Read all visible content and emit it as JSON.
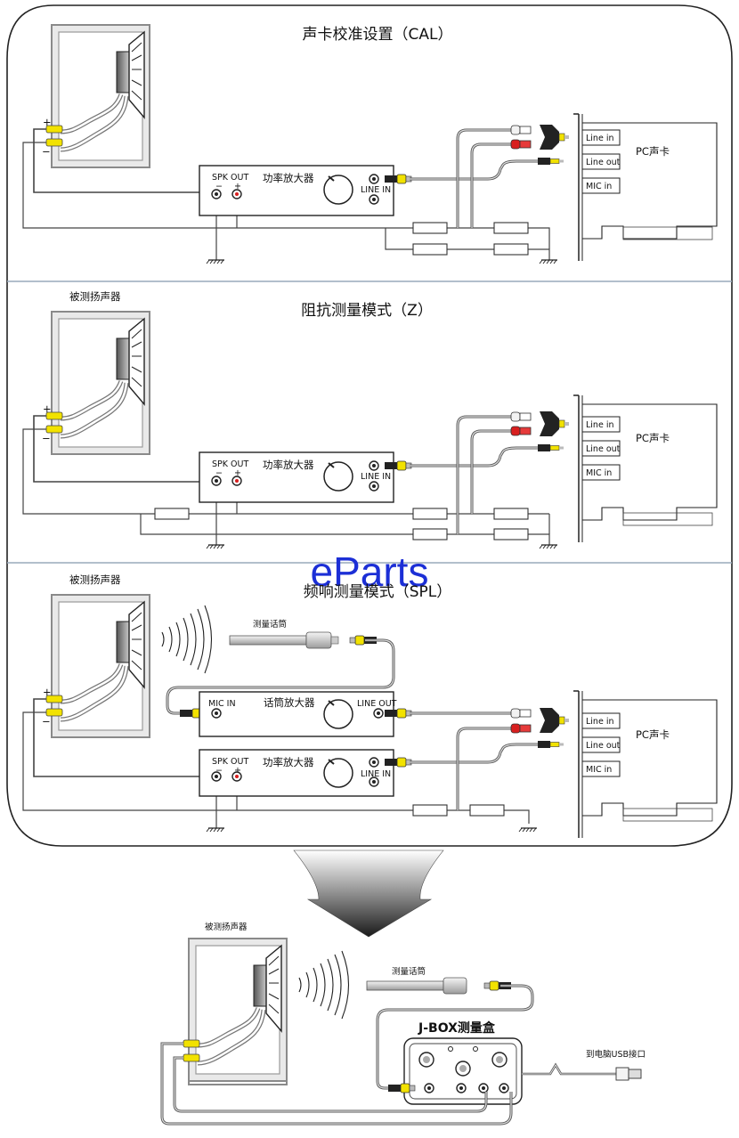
{
  "panels": {
    "cal": {
      "title": "声卡校准设置（CAL）",
      "amp_label": "功率放大器",
      "spk_out": "SPK OUT",
      "line_in": "LINE IN",
      "pc_card": "PC声卡",
      "ports": [
        "Line in",
        "Line out",
        "MIC in"
      ]
    },
    "z": {
      "title": "阻抗测量模式（Z）",
      "speaker_label": "被测扬声器",
      "amp_label": "功率放大器",
      "spk_out": "SPK OUT",
      "line_in": "LINE IN",
      "pc_card": "PC声卡",
      "ports": [
        "Line in",
        "Line out",
        "MIC in"
      ]
    },
    "spl": {
      "title": "频响测量模式（SPL）",
      "speaker_label": "被测扬声器",
      "mic_label": "测量话筒",
      "mic_amp_label": "话筒放大器",
      "mic_in": "MIC IN",
      "line_out": "LINE OUT",
      "amp_label": "功率放大器",
      "spk_out": "SPK OUT",
      "line_in": "LINE IN",
      "pc_card": "PC声卡",
      "ports": [
        "Line in",
        "Line out",
        "MIC in"
      ]
    }
  },
  "watermark": "eParts",
  "bottom": {
    "speaker_label": "被测扬声器",
    "mic_label": "测量话筒",
    "jbox_label": "J-BOX测量盒",
    "usb_label": "到电脑USB接口"
  },
  "polarity": {
    "plus": "+",
    "minus": "−"
  },
  "colors": {
    "rca_yellow": "#f2e200",
    "rca_red": "#d81f1f",
    "watermark": "#1c2fd6"
  }
}
